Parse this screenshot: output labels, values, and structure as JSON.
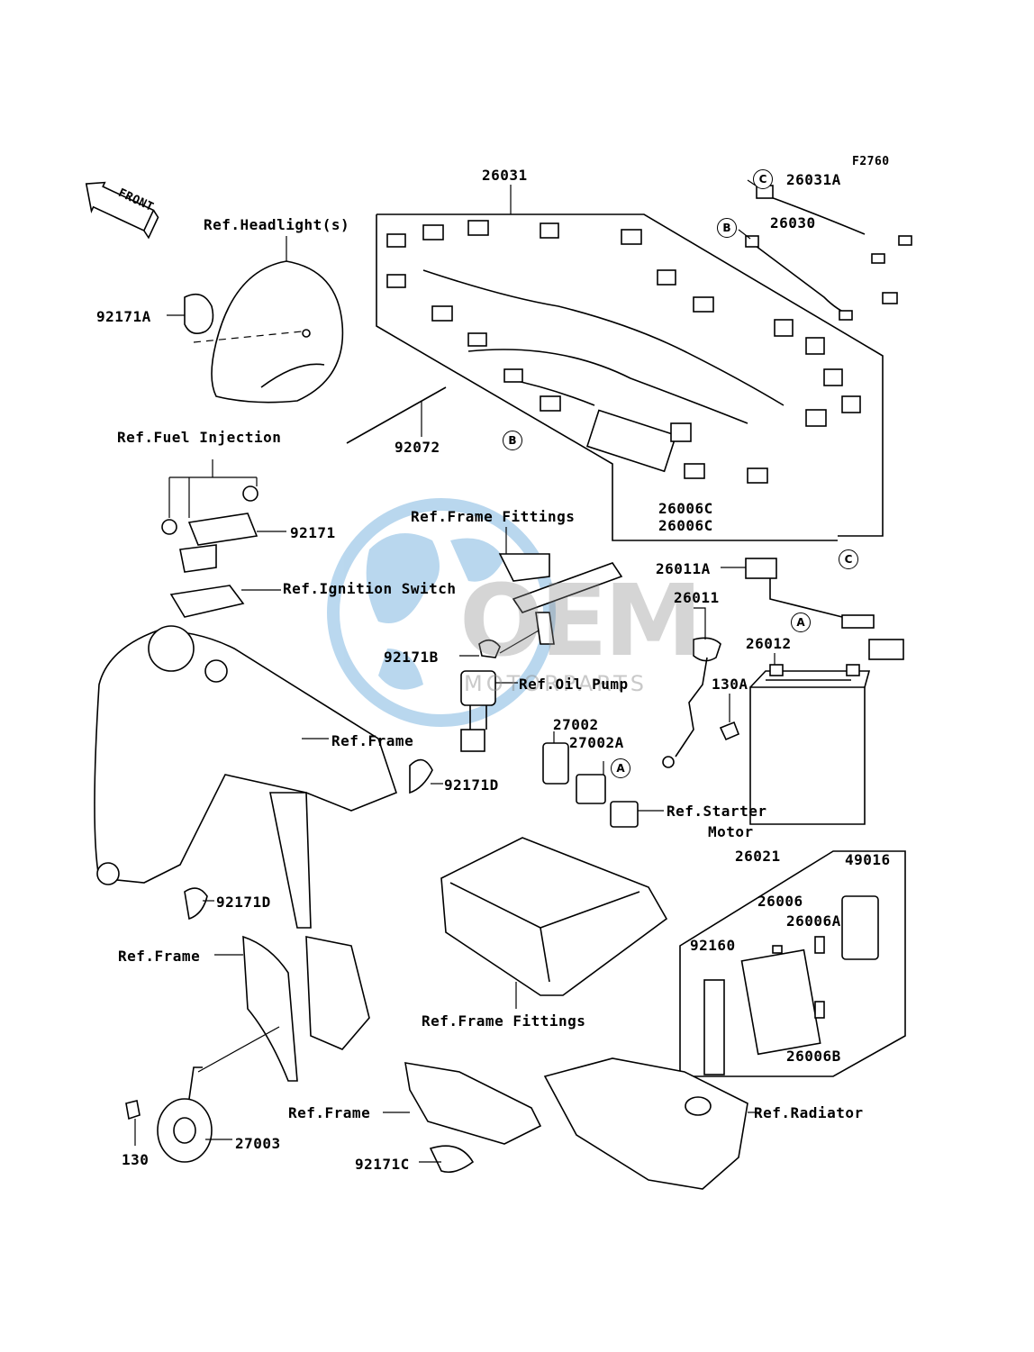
{
  "diagram_code": "F2760",
  "front_arrow_label": "FRONT",
  "watermark": {
    "logo_text": "OEM",
    "sub_text": "MOTORPARTS",
    "colors": {
      "blue": "#3a8fd0",
      "gray": "#8a8a8a"
    }
  },
  "circle_markers": {
    "a": "A",
    "b": "B",
    "c": "C"
  },
  "labels": {
    "p26031": "26031",
    "p26031a": "26031A",
    "p26030": "26030",
    "ref_headlight": "Ref.Headlight(s)",
    "p92171a": "92171A",
    "p92072": "92072",
    "ref_fuel_injection": "Ref.Fuel Injection",
    "p92171": "92171",
    "ref_ignition_switch": "Ref.Ignition Switch",
    "ref_frame_fittings_top": "Ref.Frame Fittings",
    "p26006c_1": "26006C",
    "p26006c_2": "26006C",
    "p26011a": "26011A",
    "p26011": "26011",
    "p26012": "26012",
    "p92171b": "92171B",
    "ref_oil_pump": "Ref.Oil Pump",
    "p130a": "130A",
    "ref_frame_1": "Ref.Frame",
    "p27002": "27002",
    "p27002a": "27002A",
    "p92171d_1": "92171D",
    "ref_starter_motor_1": "Ref.Starter",
    "ref_starter_motor_2": "Motor",
    "p26021": "26021",
    "p49016": "49016",
    "p26006": "26006",
    "p26006a": "26006A",
    "p92171d_2": "92171D",
    "p92160": "92160",
    "ref_frame_2": "Ref.Frame",
    "ref_frame_fittings_bottom": "Ref.Frame Fittings",
    "p26006b": "26006B",
    "p130": "130",
    "p27003": "27003",
    "ref_frame_3": "Ref.Frame",
    "ref_radiator": "Ref.Radiator",
    "p92171c": "92171C"
  }
}
